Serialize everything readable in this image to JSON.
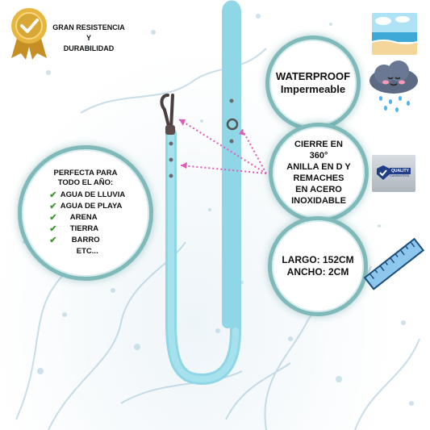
{
  "badge": {
    "line1": "GRAN RESISTENCIA",
    "line2": "Y",
    "line3": "DURABILIDAD"
  },
  "waterproof": {
    "line1": "WATERPROOF",
    "line2": "Impermeable"
  },
  "closure": {
    "line1": "CIERRE EN",
    "line2": "360°",
    "line3": "ANILLA EN D Y",
    "line4": "REMACHES",
    "line5": "EN ACERO",
    "line6": "INOXIDABLE"
  },
  "size": {
    "line1": "LARGO: 152CM",
    "line2": "ANCHO: 2CM"
  },
  "features": {
    "title1": "PERFECTA PARA",
    "title2": "TODO EL AÑO:",
    "items": [
      "AGUA DE LLUVIA",
      "AGUA DE PLAYA",
      "ARENA",
      "TIERRA",
      "BARRO"
    ],
    "extra": "ETC..."
  },
  "icons": {
    "award": "award-ribbon-icon",
    "beach": "beach-icon",
    "cloud": "rain-cloud-icon",
    "quality": "quality-guaranteed-icon",
    "ruler": "ruler-icon",
    "check": "check-icon"
  },
  "quality_label": "QUALITY",
  "quality_sub": "GUARANTEED",
  "colors": {
    "leash": "#8fd6e6",
    "circle_border": "#7fb9ba",
    "check": "#3d9a2e",
    "gold": "#d9a735",
    "arrow": "#e05bb5"
  }
}
